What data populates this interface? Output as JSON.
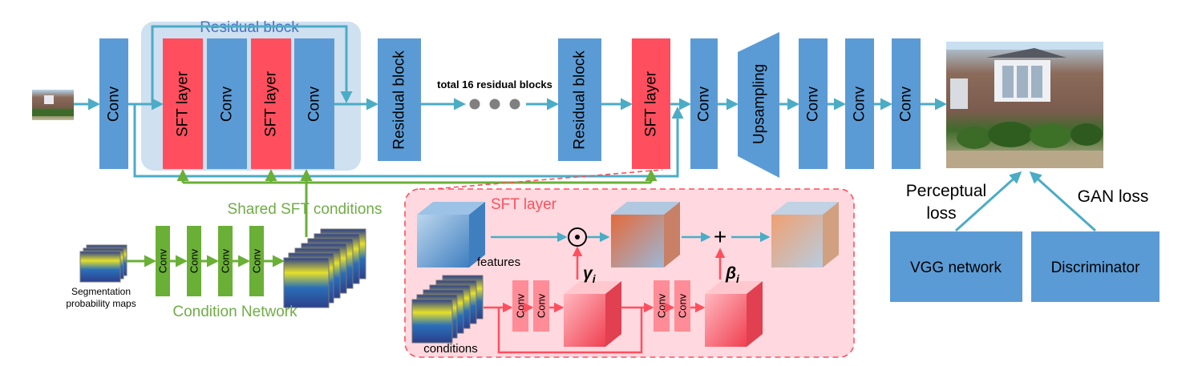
{
  "colors": {
    "blue": "#5b9bd5",
    "red": "#ff4f5e",
    "green": "#6aaf36",
    "cyan": "#4bacc6",
    "green_text": "#70ad47",
    "residual_bg": "#cfe0f0",
    "residual_title": "#4472c4",
    "sft_bg": "#ffd9df",
    "sft_border": "#ff4f5e"
  },
  "main": {
    "conv1": "Conv",
    "residual_block_title": "Residual block",
    "sft_layer": "SFT layer",
    "conv": "Conv",
    "residual_block": "Residual block",
    "total_blocks": "total 16 residual blocks",
    "upsampling": "Upsampling"
  },
  "condition": {
    "conv": "Conv",
    "shared": "Shared SFT conditions",
    "network": "Condition Network",
    "seg_line1": "Segmentation",
    "seg_line2": "probability maps"
  },
  "sft_detail": {
    "title": "SFT layer",
    "features": "features",
    "conditions": "conditions",
    "conv": "Conv",
    "gamma": "γ",
    "beta": "β",
    "sub_i": "i",
    "odot": "⊙",
    "plus": "+"
  },
  "loss": {
    "perceptual_line1": "Perceptual",
    "perceptual_line2": "loss",
    "gan": "GAN loss",
    "vgg": "VGG network",
    "discriminator": "Discriminator"
  }
}
